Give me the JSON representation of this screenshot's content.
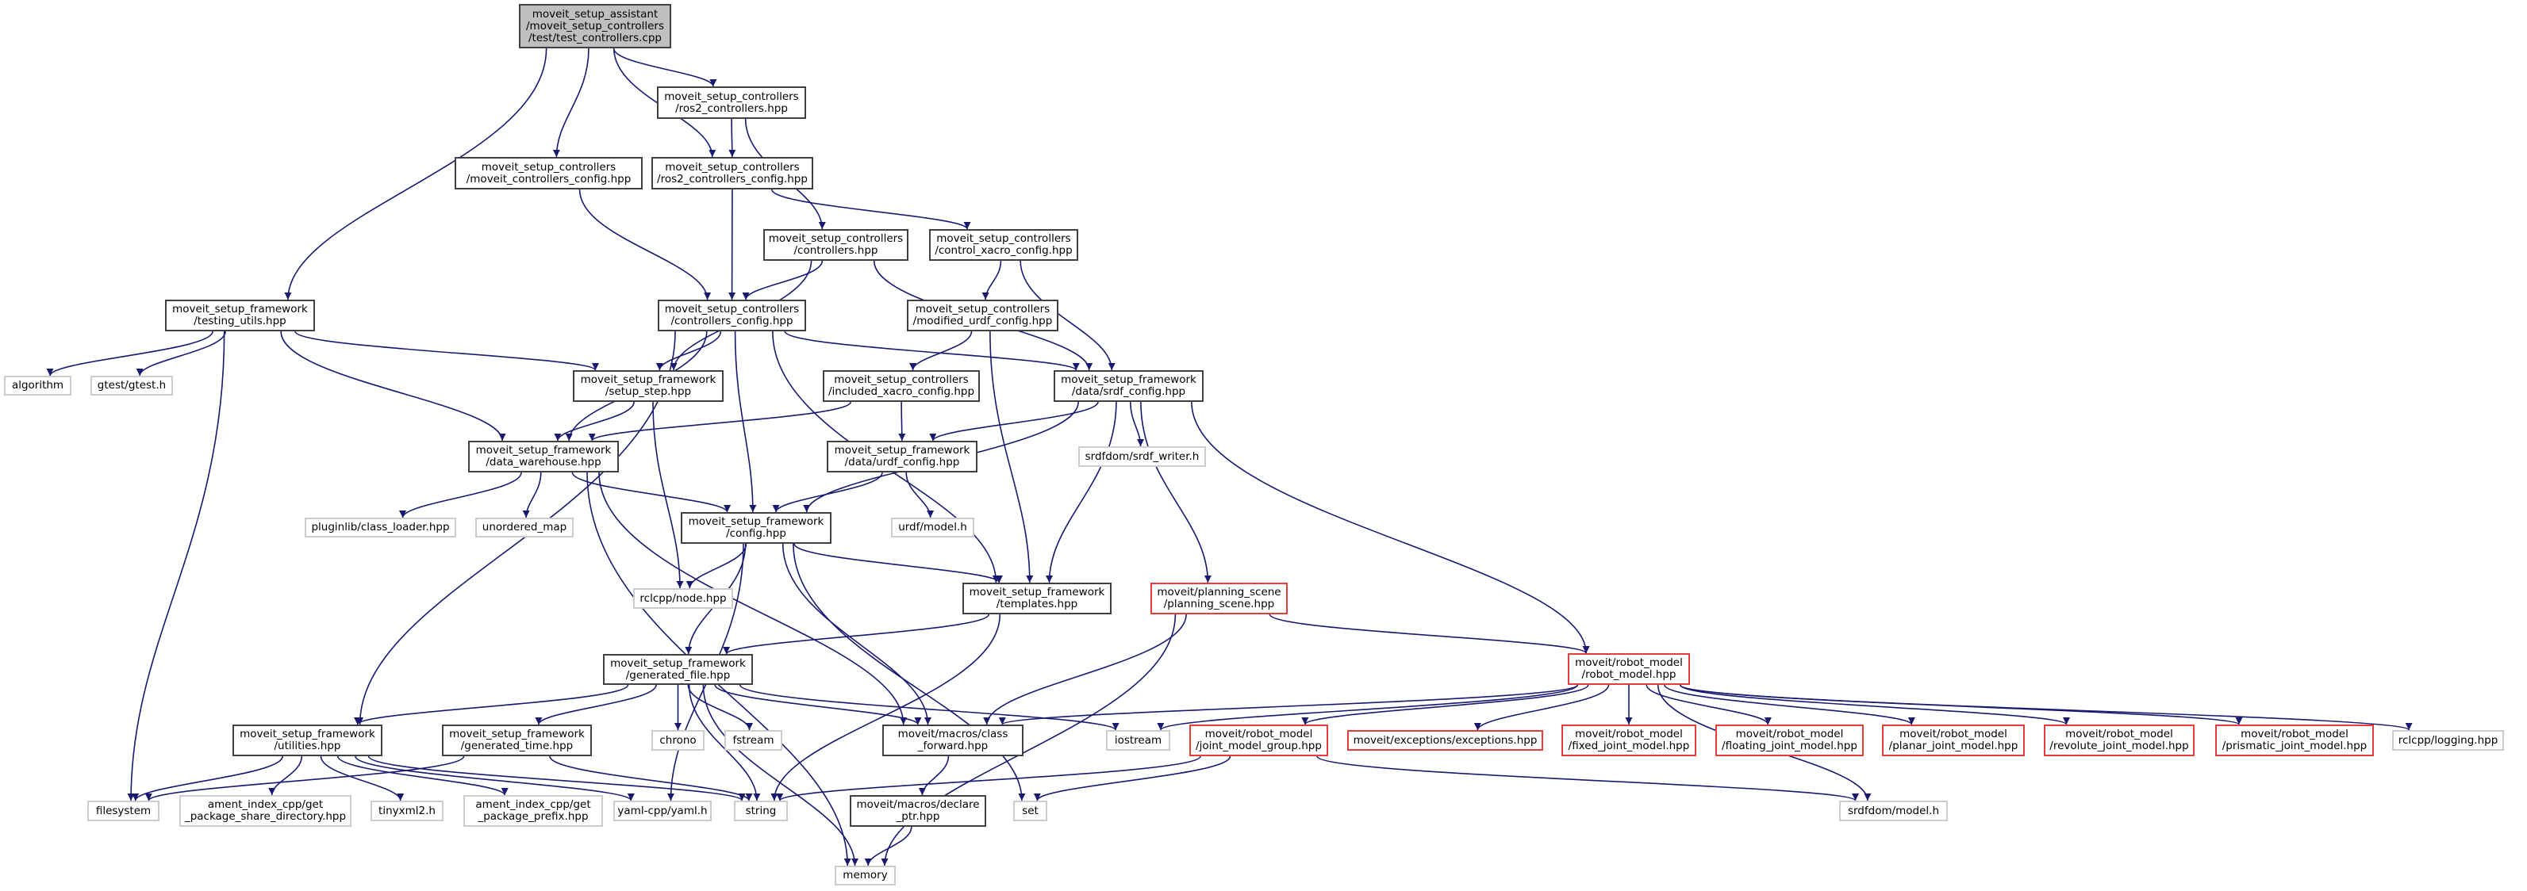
{
  "graph": {
    "title": "Include dependency graph for test_controllers.cpp",
    "colors": {
      "edge": "#191970",
      "internal_border": "#404040",
      "root_fill": "#bfbfbf",
      "external_border": "#cccccc",
      "incomplete_border": "#e83c3c"
    },
    "nodes": [
      {
        "id": "root",
        "kind": "root",
        "lines": [
          "moveit_setup_assistant",
          "/moveit_setup_controllers",
          "/test/test_controllers.cpp"
        ]
      },
      {
        "id": "ros2_controllers",
        "kind": "internal",
        "lines": [
          "moveit_setup_controllers",
          "/ros2_controllers.hpp"
        ]
      },
      {
        "id": "moveit_controllers_config",
        "kind": "internal",
        "lines": [
          "moveit_setup_controllers",
          "/moveit_controllers_config.hpp"
        ]
      },
      {
        "id": "ros2_controllers_config",
        "kind": "internal",
        "lines": [
          "moveit_setup_controllers",
          "/ros2_controllers_config.hpp"
        ]
      },
      {
        "id": "controllers",
        "kind": "internal",
        "lines": [
          "moveit_setup_controllers",
          "/controllers.hpp"
        ]
      },
      {
        "id": "control_xacro_config",
        "kind": "internal",
        "lines": [
          "moveit_setup_controllers",
          "/control_xacro_config.hpp"
        ]
      },
      {
        "id": "testing_utils",
        "kind": "internal",
        "lines": [
          "moveit_setup_framework",
          "/testing_utils.hpp"
        ]
      },
      {
        "id": "controllers_config",
        "kind": "internal",
        "lines": [
          "moveit_setup_controllers",
          "/controllers_config.hpp"
        ]
      },
      {
        "id": "modified_urdf_config",
        "kind": "internal",
        "lines": [
          "moveit_setup_controllers",
          "/modified_urdf_config.hpp"
        ]
      },
      {
        "id": "algorithm",
        "kind": "external",
        "lines": [
          "algorithm"
        ]
      },
      {
        "id": "gtest",
        "kind": "external",
        "lines": [
          "gtest/gtest.h"
        ]
      },
      {
        "id": "setup_step",
        "kind": "internal",
        "lines": [
          "moveit_setup_framework",
          "/setup_step.hpp"
        ]
      },
      {
        "id": "included_xacro_config",
        "kind": "internal",
        "lines": [
          "moveit_setup_controllers",
          "/included_xacro_config.hpp"
        ]
      },
      {
        "id": "srdf_config",
        "kind": "internal",
        "lines": [
          "moveit_setup_framework",
          "/data/srdf_config.hpp"
        ]
      },
      {
        "id": "data_warehouse",
        "kind": "internal",
        "lines": [
          "moveit_setup_framework",
          "/data_warehouse.hpp"
        ]
      },
      {
        "id": "urdf_config",
        "kind": "internal",
        "lines": [
          "moveit_setup_framework",
          "/data/urdf_config.hpp"
        ]
      },
      {
        "id": "srdf_writer",
        "kind": "external",
        "lines": [
          "srdfdom/srdf_writer.h"
        ]
      },
      {
        "id": "pluginlib",
        "kind": "external",
        "lines": [
          "pluginlib/class_loader.hpp"
        ]
      },
      {
        "id": "unordered_map",
        "kind": "external",
        "lines": [
          "unordered_map"
        ]
      },
      {
        "id": "config",
        "kind": "internal",
        "lines": [
          "moveit_setup_framework",
          "/config.hpp"
        ]
      },
      {
        "id": "urdf_model",
        "kind": "external",
        "lines": [
          "urdf/model.h"
        ]
      },
      {
        "id": "rclcpp_node",
        "kind": "external",
        "lines": [
          "rclcpp/node.hpp"
        ]
      },
      {
        "id": "templates",
        "kind": "internal",
        "lines": [
          "moveit_setup_framework",
          "/templates.hpp"
        ]
      },
      {
        "id": "planning_scene",
        "kind": "red",
        "lines": [
          "moveit/planning_scene",
          "/planning_scene.hpp"
        ]
      },
      {
        "id": "generated_file",
        "kind": "internal",
        "lines": [
          "moveit_setup_framework",
          "/generated_file.hpp"
        ]
      },
      {
        "id": "robot_model",
        "kind": "red",
        "lines": [
          "moveit/robot_model",
          "/robot_model.hpp"
        ]
      },
      {
        "id": "utilities",
        "kind": "internal",
        "lines": [
          "moveit_setup_framework",
          "/utilities.hpp"
        ]
      },
      {
        "id": "generated_time",
        "kind": "internal",
        "lines": [
          "moveit_setup_framework",
          "/generated_time.hpp"
        ]
      },
      {
        "id": "chrono",
        "kind": "external",
        "lines": [
          "chrono"
        ]
      },
      {
        "id": "fstream",
        "kind": "external",
        "lines": [
          "fstream"
        ]
      },
      {
        "id": "class_forward",
        "kind": "internal",
        "lines": [
          "moveit/macros/class",
          "_forward.hpp"
        ]
      },
      {
        "id": "iostream",
        "kind": "external",
        "lines": [
          "iostream"
        ]
      },
      {
        "id": "joint_model_group",
        "kind": "red",
        "lines": [
          "moveit/robot_model",
          "/joint_model_group.hpp"
        ]
      },
      {
        "id": "exceptions",
        "kind": "red",
        "lines": [
          "moveit/exceptions/exceptions.hpp"
        ]
      },
      {
        "id": "fixed_joint_model",
        "kind": "red",
        "lines": [
          "moveit/robot_model",
          "/fixed_joint_model.hpp"
        ]
      },
      {
        "id": "floating_joint_model",
        "kind": "red",
        "lines": [
          "moveit/robot_model",
          "/floating_joint_model.hpp"
        ]
      },
      {
        "id": "planar_joint_model",
        "kind": "red",
        "lines": [
          "moveit/robot_model",
          "/planar_joint_model.hpp"
        ]
      },
      {
        "id": "revolute_joint_model",
        "kind": "red",
        "lines": [
          "moveit/robot_model",
          "/revolute_joint_model.hpp"
        ]
      },
      {
        "id": "prismatic_joint_model",
        "kind": "red",
        "lines": [
          "moveit/robot_model",
          "/prismatic_joint_model.hpp"
        ]
      },
      {
        "id": "rclcpp_logging",
        "kind": "external",
        "lines": [
          "rclcpp/logging.hpp"
        ]
      },
      {
        "id": "filesystem",
        "kind": "external",
        "lines": [
          "filesystem"
        ]
      },
      {
        "id": "ament_share",
        "kind": "external",
        "lines": [
          "ament_index_cpp/get",
          "_package_share_directory.hpp"
        ]
      },
      {
        "id": "tinyxml2",
        "kind": "external",
        "lines": [
          "tinyxml2.h"
        ]
      },
      {
        "id": "ament_prefix",
        "kind": "external",
        "lines": [
          "ament_index_cpp/get",
          "_package_prefix.hpp"
        ]
      },
      {
        "id": "yaml",
        "kind": "external",
        "lines": [
          "yaml-cpp/yaml.h"
        ]
      },
      {
        "id": "string",
        "kind": "external",
        "lines": [
          "string"
        ]
      },
      {
        "id": "declare_ptr",
        "kind": "internal",
        "lines": [
          "moveit/macros/declare",
          "_ptr.hpp"
        ]
      },
      {
        "id": "set",
        "kind": "external",
        "lines": [
          "set"
        ]
      },
      {
        "id": "srdfdom_model",
        "kind": "external",
        "lines": [
          "srdfdom/model.h"
        ]
      },
      {
        "id": "memory",
        "kind": "external",
        "lines": [
          "memory"
        ]
      }
    ],
    "edges": [
      [
        "root",
        "testing_utils"
      ],
      [
        "root",
        "moveit_controllers_config"
      ],
      [
        "root",
        "ros2_controllers_config"
      ],
      [
        "root",
        "ros2_controllers"
      ],
      [
        "ros2_controllers",
        "ros2_controllers_config"
      ],
      [
        "ros2_controllers",
        "controllers"
      ],
      [
        "moveit_controllers_config",
        "controllers_config"
      ],
      [
        "ros2_controllers_config",
        "controllers_config"
      ],
      [
        "ros2_controllers_config",
        "control_xacro_config"
      ],
      [
        "controllers",
        "controllers_config"
      ],
      [
        "controllers",
        "setup_step"
      ],
      [
        "controllers",
        "srdf_config"
      ],
      [
        "control_xacro_config",
        "modified_urdf_config"
      ],
      [
        "control_xacro_config",
        "srdf_config"
      ],
      [
        "testing_utils",
        "algorithm"
      ],
      [
        "testing_utils",
        "gtest"
      ],
      [
        "testing_utils",
        "filesystem"
      ],
      [
        "testing_utils",
        "data_warehouse"
      ],
      [
        "testing_utils",
        "setup_step"
      ],
      [
        "controllers_config",
        "data_warehouse"
      ],
      [
        "controllers_config",
        "setup_step"
      ],
      [
        "controllers_config",
        "utilities"
      ],
      [
        "controllers_config",
        "config"
      ],
      [
        "controllers_config",
        "templates"
      ],
      [
        "controllers_config",
        "srdf_config"
      ],
      [
        "modified_urdf_config",
        "included_xacro_config"
      ],
      [
        "modified_urdf_config",
        "templates"
      ],
      [
        "setup_step",
        "data_warehouse"
      ],
      [
        "setup_step",
        "rclcpp_node"
      ],
      [
        "included_xacro_config",
        "data_warehouse"
      ],
      [
        "included_xacro_config",
        "urdf_config"
      ],
      [
        "srdf_config",
        "urdf_config"
      ],
      [
        "srdf_config",
        "config"
      ],
      [
        "srdf_config",
        "srdf_writer"
      ],
      [
        "srdf_config",
        "templates"
      ],
      [
        "srdf_config",
        "planning_scene"
      ],
      [
        "srdf_config",
        "robot_model"
      ],
      [
        "data_warehouse",
        "memory"
      ],
      [
        "data_warehouse",
        "pluginlib"
      ],
      [
        "data_warehouse",
        "unordered_map"
      ],
      [
        "data_warehouse",
        "config"
      ],
      [
        "data_warehouse",
        "class_forward"
      ],
      [
        "urdf_config",
        "config"
      ],
      [
        "urdf_config",
        "urdf_model"
      ],
      [
        "config",
        "rclcpp_node"
      ],
      [
        "config",
        "templates"
      ],
      [
        "config",
        "generated_file"
      ],
      [
        "config",
        "class_forward"
      ],
      [
        "config",
        "set"
      ],
      [
        "config",
        "yaml"
      ],
      [
        "templates",
        "generated_file"
      ],
      [
        "templates",
        "string"
      ],
      [
        "planning_scene",
        "class_forward"
      ],
      [
        "planning_scene",
        "memory"
      ],
      [
        "planning_scene",
        "robot_model"
      ],
      [
        "generated_file",
        "utilities"
      ],
      [
        "generated_file",
        "generated_time"
      ],
      [
        "generated_file",
        "chrono"
      ],
      [
        "generated_file",
        "fstream"
      ],
      [
        "generated_file",
        "string"
      ],
      [
        "generated_file",
        "class_forward"
      ],
      [
        "generated_file",
        "iostream"
      ],
      [
        "generated_file",
        "memory"
      ],
      [
        "robot_model",
        "iostream"
      ],
      [
        "robot_model",
        "class_forward"
      ],
      [
        "robot_model",
        "joint_model_group"
      ],
      [
        "robot_model",
        "exceptions"
      ],
      [
        "robot_model",
        "fixed_joint_model"
      ],
      [
        "robot_model",
        "floating_joint_model"
      ],
      [
        "robot_model",
        "planar_joint_model"
      ],
      [
        "robot_model",
        "revolute_joint_model"
      ],
      [
        "robot_model",
        "prismatic_joint_model"
      ],
      [
        "robot_model",
        "rclcpp_logging"
      ],
      [
        "robot_model",
        "srdfdom_model"
      ],
      [
        "utilities",
        "filesystem"
      ],
      [
        "utilities",
        "ament_share"
      ],
      [
        "utilities",
        "tinyxml2"
      ],
      [
        "utilities",
        "ament_prefix"
      ],
      [
        "utilities",
        "yaml"
      ],
      [
        "utilities",
        "string"
      ],
      [
        "generated_time",
        "filesystem"
      ],
      [
        "generated_time",
        "string"
      ],
      [
        "class_forward",
        "declare_ptr"
      ],
      [
        "declare_ptr",
        "memory"
      ],
      [
        "joint_model_group",
        "string"
      ],
      [
        "joint_model_group",
        "set"
      ],
      [
        "joint_model_group",
        "srdfdom_model"
      ]
    ]
  }
}
